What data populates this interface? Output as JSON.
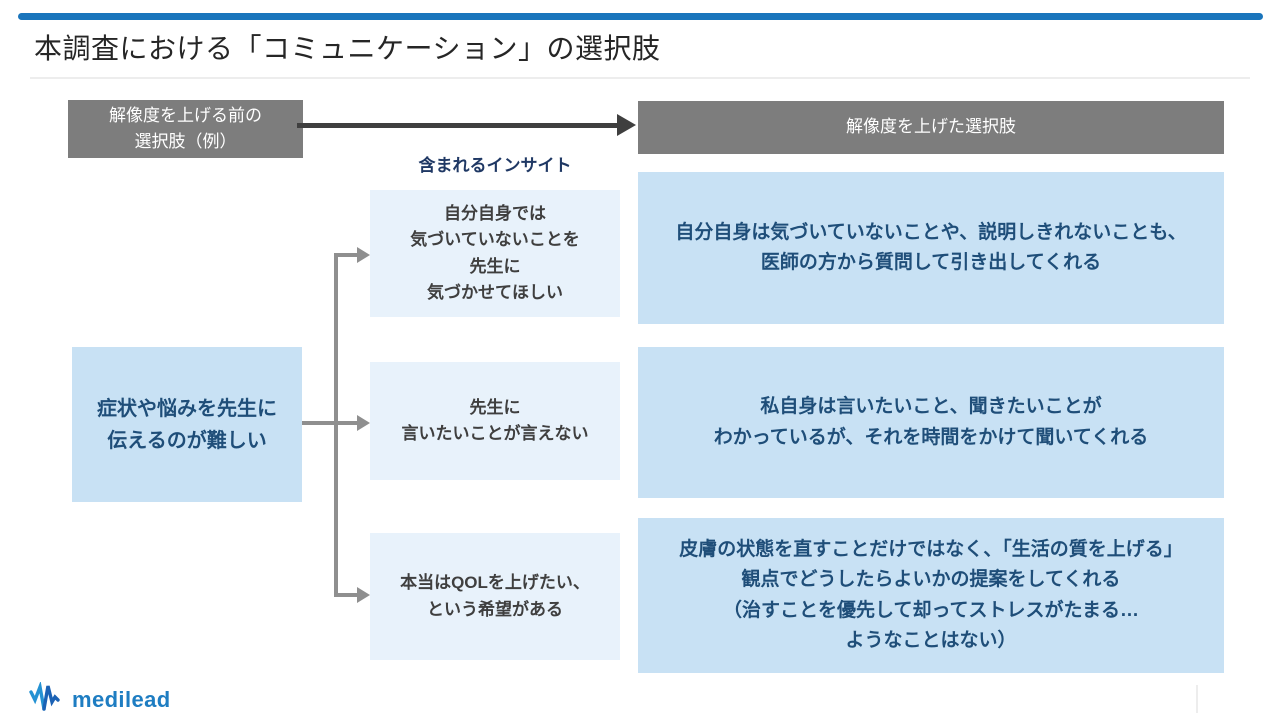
{
  "colors": {
    "accent_bar": "#1a75bc",
    "gray_header": "#7d7d7d",
    "light_blue_box": "#c8e1f4",
    "pale_blue_box": "#e8f2fb",
    "navy_text": "#1f4e79",
    "dark_gray_text": "#3f3f3f",
    "arrow_dark": "#3f3f3f",
    "connector_gray": "#8f8f8f"
  },
  "header": {
    "title": "本調査における「コミュニケーション」の選択肢"
  },
  "diagram": {
    "before_label": "解像度を上げる前の\n選択肢（例）",
    "after_label": "解像度を上げた選択肢",
    "insight_label": "含まれるインサイト",
    "source_option": "症状や悩みを先生に\n伝えるのが難しい",
    "insights": [
      "自分自身では\n気づいていないことを\n先生に\n気づかせてほしい",
      "先生に\n言いたいことが言えない",
      "本当はQOLを上げたい、\nという希望がある"
    ],
    "refined_options": [
      "自分自身は気づいていないことや、説明しきれないことも、\n医師の方から質問して引き出してくれる",
      "私自身は言いたいこと、聞きたいことが\nわかっているが、それを時間をかけて聞いてくれる",
      "皮膚の状態を直すことだけではなく、「生活の質を上げる」\n観点でどうしたらよいかの提案をしてくれる\n（治すことを優先して却ってストレスがたまる…\nようなことはない）"
    ]
  },
  "footer": {
    "logo_text": "medilead"
  }
}
